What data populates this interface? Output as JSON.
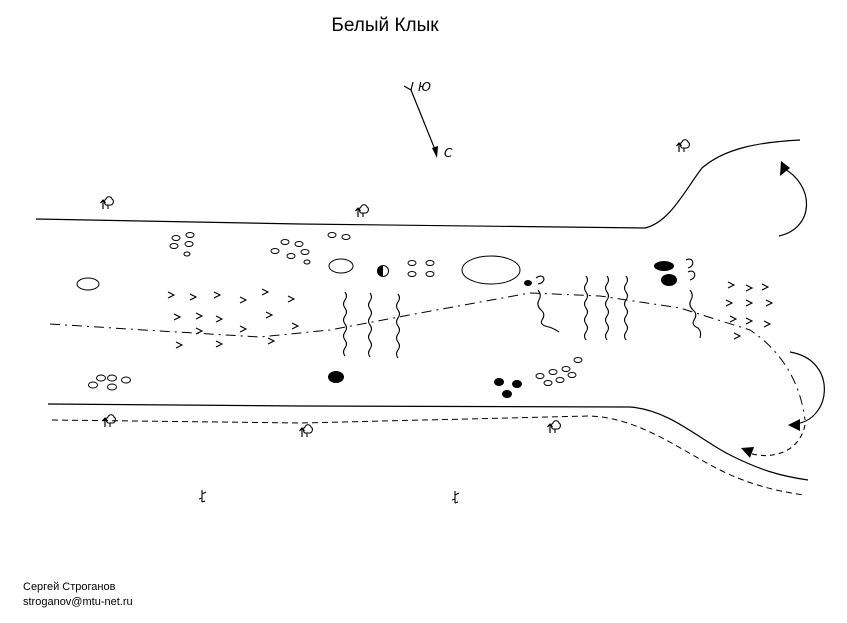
{
  "title": "Белый Клык",
  "compass": {
    "south_label": "Ю",
    "north_label": "С"
  },
  "author": {
    "name": "Сергей Строганов",
    "email": "stroganov@mtu-net.ru"
  },
  "legend_symbols": [
    "tree-icon",
    "rock-icon",
    "boulder-icon",
    "wave-icon",
    "chevron-icon",
    "eddy-arrow-icon",
    "grass-icon"
  ],
  "colors": {
    "ink": "#000000",
    "paper": "#ffffff"
  }
}
